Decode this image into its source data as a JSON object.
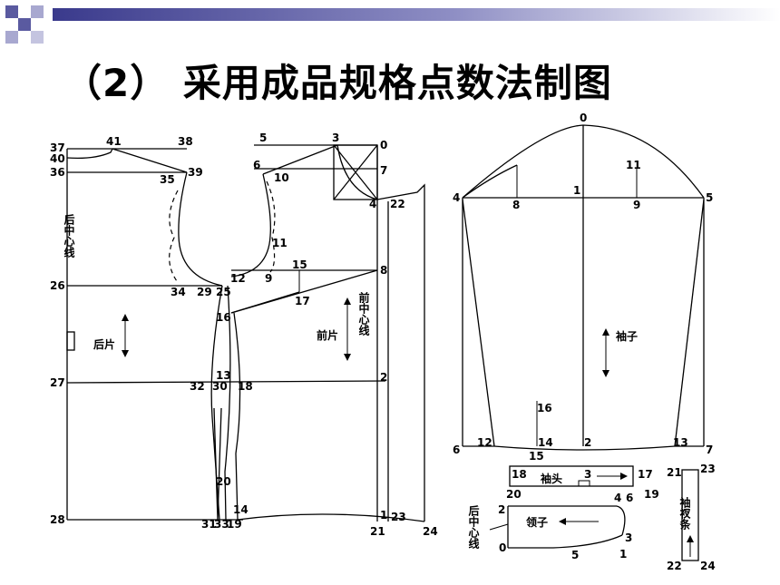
{
  "slide": {
    "title": "（2） 采用成品规格点数法制图"
  },
  "back_panel": {
    "points": [
      "37",
      "40",
      "41",
      "38",
      "36",
      "39",
      "35",
      "26",
      "34",
      "29",
      "25",
      "27",
      "32",
      "30",
      "28",
      "31",
      "33",
      "19"
    ],
    "center_line_label": "后中心线",
    "piece_label": "后片"
  },
  "front_panel": {
    "points": [
      "5",
      "3",
      "0",
      "6",
      "10",
      "7",
      "4",
      "22",
      "11",
      "9",
      "12",
      "15",
      "8",
      "16",
      "17",
      "13",
      "2",
      "18",
      "20",
      "14",
      "1",
      "23",
      "21",
      "24"
    ],
    "center_line_label": "前中心线",
    "piece_label": "前片"
  },
  "sleeve": {
    "points": [
      "0",
      "11",
      "4",
      "8",
      "1",
      "9",
      "5",
      "16",
      "6",
      "12",
      "14",
      "2",
      "13",
      "7",
      "15"
    ],
    "piece_label": "袖子"
  },
  "cuff": {
    "points": [
      "18",
      "3",
      "17",
      "20",
      "19"
    ],
    "piece_label": "袖头"
  },
  "collar": {
    "points": [
      "2",
      "4",
      "6",
      "3",
      "0",
      "5",
      "1"
    ],
    "center_line_label": "后中心线",
    "piece_label": "领子"
  },
  "placket": {
    "points": [
      "21",
      "23",
      "22",
      "24"
    ],
    "piece_label": "袖衩条"
  }
}
